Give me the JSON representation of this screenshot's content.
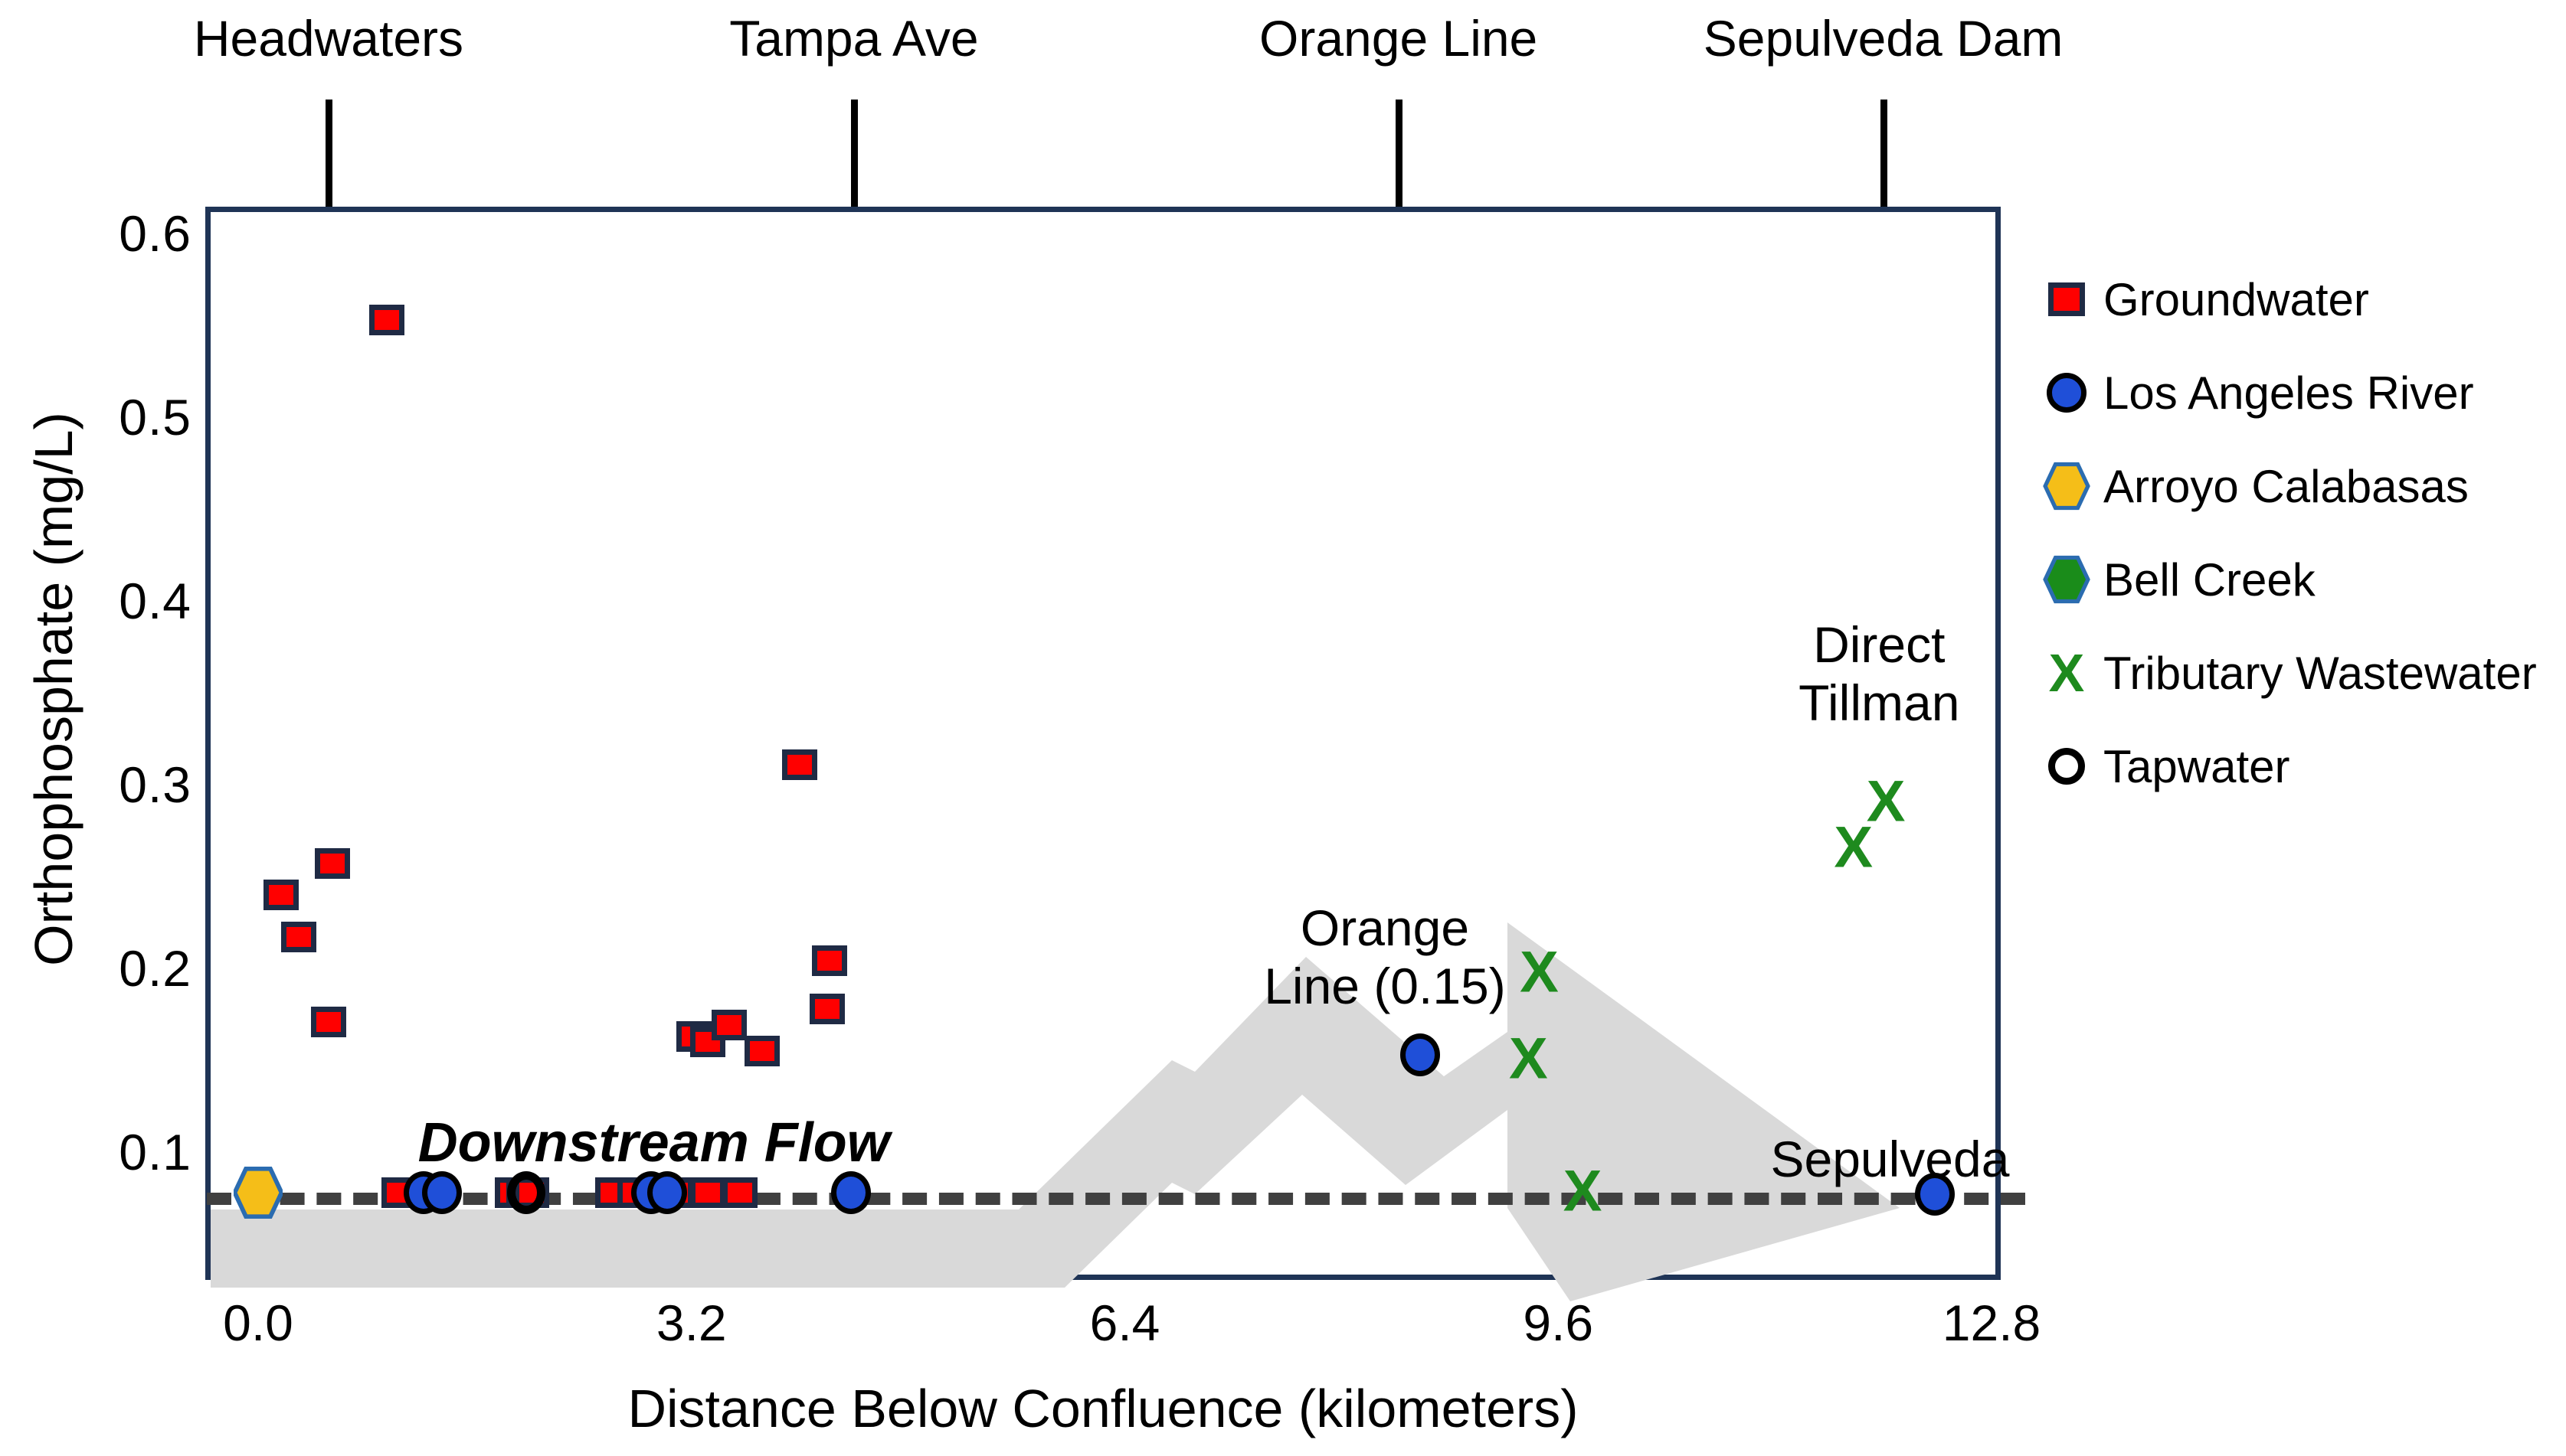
{
  "chart_data": {
    "type": "scatter",
    "title": "",
    "xlabel": "Distance Below Confluence (kilometers)",
    "ylabel": "Orthophosphate (mg/L)",
    "xlim": [
      -0.4,
      13.1
    ],
    "ylim": [
      0.062,
      0.64
    ],
    "xticks": [
      "0.0",
      "3.2",
      "6.4",
      "9.6",
      "12.8"
    ],
    "xtick_values": [
      0.0,
      3.2,
      6.4,
      9.6,
      12.8
    ],
    "yticks": [
      "0.1",
      "0.2",
      "0.3",
      "0.4",
      "0.5",
      "0.6"
    ],
    "ytick_values": [
      0.1,
      0.2,
      0.3,
      0.4,
      0.5,
      0.6
    ],
    "grid": false,
    "legend_position": "right",
    "baseline_value": 0.078,
    "series": [
      {
        "name": "Groundwater",
        "marker": "square",
        "color": "#FF0000",
        "edge_color": "#1F2A44",
        "points": [
          {
            "x": 0.95,
            "y": 0.553
          },
          {
            "x": 0.17,
            "y": 0.24
          },
          {
            "x": 0.3,
            "y": 0.217
          },
          {
            "x": 0.55,
            "y": 0.257
          },
          {
            "x": 0.52,
            "y": 0.171
          },
          {
            "x": 4.0,
            "y": 0.311
          },
          {
            "x": 4.22,
            "y": 0.204
          },
          {
            "x": 4.2,
            "y": 0.178
          },
          {
            "x": 3.22,
            "y": 0.163
          },
          {
            "x": 3.32,
            "y": 0.16
          },
          {
            "x": 3.48,
            "y": 0.169
          },
          {
            "x": 3.72,
            "y": 0.155
          },
          {
            "x": 1.04,
            "y": 0.078
          },
          {
            "x": 1.88,
            "y": 0.078
          },
          {
            "x": 1.96,
            "y": 0.078
          },
          {
            "x": 2.02,
            "y": 0.078
          },
          {
            "x": 2.62,
            "y": 0.078
          },
          {
            "x": 2.78,
            "y": 0.078
          },
          {
            "x": 3.08,
            "y": 0.078
          },
          {
            "x": 3.32,
            "y": 0.078
          },
          {
            "x": 3.56,
            "y": 0.078
          }
        ]
      },
      {
        "name": "Los Angeles River",
        "marker": "circle",
        "color": "#1F4FD8",
        "edge_color": "#000000",
        "points": [
          {
            "x": 1.22,
            "y": 0.078
          },
          {
            "x": 1.36,
            "y": 0.078
          },
          {
            "x": 2.9,
            "y": 0.078
          },
          {
            "x": 3.02,
            "y": 0.078
          },
          {
            "x": 4.38,
            "y": 0.078
          },
          {
            "x": 8.58,
            "y": 0.153
          },
          {
            "x": 12.38,
            "y": 0.077
          }
        ]
      },
      {
        "name": "Arroyo Calabasas",
        "marker": "hexagon",
        "color": "#F5BE18",
        "edge_color": "#2B6CB0",
        "points": [
          {
            "x": 0.0,
            "y": 0.078
          }
        ]
      },
      {
        "name": "Bell Creek",
        "marker": "hexagon",
        "color": "#1A8C1A",
        "edge_color": "#2B6CB0",
        "points": [
          {
            "x": 0.0,
            "y": 0.078
          }
        ]
      },
      {
        "name": "Tributary Wastewater",
        "marker": "x",
        "color": "#1E8A1E",
        "edge_color": "#1E8A1E",
        "points": [
          {
            "x": 9.46,
            "y": 0.197
          },
          {
            "x": 9.38,
            "y": 0.15
          },
          {
            "x": 9.78,
            "y": 0.078
          },
          {
            "x": 11.78,
            "y": 0.265
          },
          {
            "x": 12.02,
            "y": 0.29
          }
        ]
      },
      {
        "name": "Tapwater",
        "marker": "open-circle",
        "color": "none",
        "edge_color": "#000000",
        "points": [
          {
            "x": 1.98,
            "y": 0.078
          }
        ]
      }
    ],
    "annotations": [
      {
        "id": "downstream-flow",
        "text": "Downstream Flow",
        "x": 1.6,
        "y": 0.112,
        "style": "bold-italic"
      },
      {
        "id": "orange-line-value",
        "text": "Orange\nLine (0.15)",
        "x": 8.35,
        "y": 0.225
      },
      {
        "id": "direct-tillman",
        "text": "Direct\nTillman",
        "x": 11.95,
        "y": 0.375
      },
      {
        "id": "sepulveda",
        "text": "Sepulveda",
        "x": 12.05,
        "y": 0.108
      }
    ]
  },
  "site_markers": [
    {
      "label": "Headwaters",
      "x": 0.52
    },
    {
      "label": "Tampa Ave",
      "x": 4.4
    },
    {
      "label": "Orange Line",
      "x": 8.42
    },
    {
      "label": "Sepulveda Dam",
      "x": 12.0
    }
  ],
  "legend": {
    "items": [
      {
        "label": "Groundwater",
        "marker": "square",
        "color": "#FF0000"
      },
      {
        "label": "Los Angeles River",
        "marker": "circle",
        "color": "#1F4FD8"
      },
      {
        "label": "Arroyo Calabasas",
        "marker": "hexagon",
        "color": "#F5BE18"
      },
      {
        "label": "Bell Creek",
        "marker": "hexagon",
        "color": "#1A8C1A"
      },
      {
        "label": "Tributary Wastewater",
        "marker": "x",
        "color": "#1E8A1E"
      },
      {
        "label": "Tapwater",
        "marker": "open-circle",
        "color": "#FFFFFF"
      }
    ]
  },
  "annotation_text": {
    "downstream_flow": "Downstream Flow",
    "orange_line_l1": "Orange",
    "orange_line_l2": "Line (0.15)",
    "direct_tillman_l1": "Direct",
    "direct_tillman_l2": "Tillman",
    "sepulveda": "Sepulveda"
  },
  "colors": {
    "frame": "#1F3456",
    "groundwater": "#FF0000",
    "river": "#1F4FD8",
    "arroyo": "#F5BE18",
    "bell_creek": "#1A8C1A",
    "wastewater": "#1E8A1E",
    "flow_band": "#D9D9D9",
    "baseline": "#404040"
  }
}
